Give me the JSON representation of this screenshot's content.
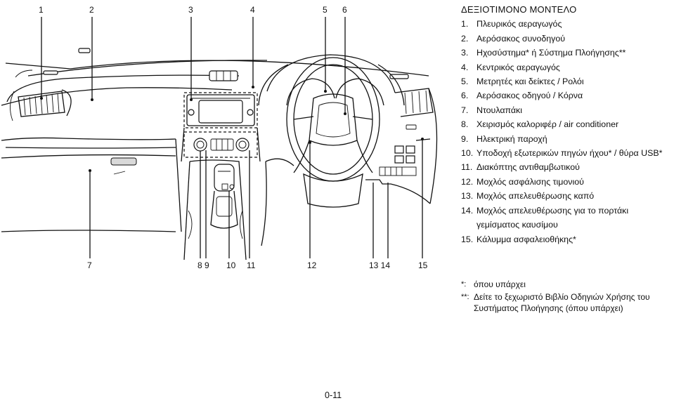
{
  "figure": {
    "callouts_top": [
      "1",
      "2",
      "3",
      "4",
      "5",
      "6"
    ],
    "callouts_bottom": [
      "7",
      "8 9",
      "10",
      "11",
      "12",
      "13 14",
      "15"
    ]
  },
  "legend": {
    "title": "ΔΕΞΙΟΤΙΜΟΝΟ ΜΟΝΤΕΛΟ",
    "items": [
      {
        "num": "1.",
        "text": "Πλευρικός αεραγωγός"
      },
      {
        "num": "2.",
        "text": "Αερόσακος συνοδηγού"
      },
      {
        "num": "3.",
        "text": "Ηχοσύστημα* ή Σύστημα Πλοήγησης**"
      },
      {
        "num": "4.",
        "text": "Κεντρικός αεραγωγός"
      },
      {
        "num": "5.",
        "text": "Μετρητές και δείκτες / Ρολόι"
      },
      {
        "num": "6.",
        "text": "Αερόσακος οδηγού / Κόρνα"
      },
      {
        "num": "7.",
        "text": "Ντουλαπάκι"
      },
      {
        "num": "8.",
        "text": "Χειρισμός καλοριφέρ / air conditioner"
      },
      {
        "num": "9.",
        "text": "Ηλεκτρική παροχή"
      },
      {
        "num": "10.",
        "text": "Υποδοχή εξωτερικών πηγών ήχου* / θύρα USB*"
      },
      {
        "num": "11.",
        "text": "Διακόπτης αντιθαμβωτικού"
      },
      {
        "num": "12.",
        "text": "Μοχλός ασφάλισης τιμονιού"
      },
      {
        "num": "13.",
        "text": "Μοχλός απελευθέρωσης καπό"
      },
      {
        "num": "14.",
        "text": "Μοχλός απελευθέρωσης για το πορτάκι γεμίσματος καυσίμου"
      },
      {
        "num": "15.",
        "text": "Κάλυμμα ασφαλειοθήκης*"
      }
    ]
  },
  "footnotes": [
    {
      "mark": "*:",
      "text": "όπου υπάρχει"
    },
    {
      "mark": "**:",
      "text": "Δείτε το ξεχωριστό Βιβλίο Οδηγιών Χρήσης του Συστήματος Πλοήγησης (όπου υπάρχει)"
    }
  ],
  "page_number": "0-11"
}
